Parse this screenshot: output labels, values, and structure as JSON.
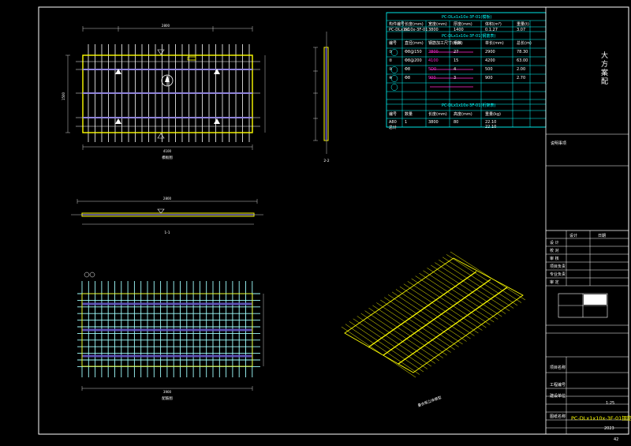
{
  "title_block": {
    "vertical_label": "大 方案 配",
    "drawing_title": "PC-DLx1x10x-3F-01钢筋图",
    "scale": "1:25",
    "sheet": "2023",
    "page_no": "42",
    "notes_label": "说明事项",
    "sign_header_a": "设计",
    "sign_header_b": "日期",
    "row_labels": [
      "设 计",
      "校 对",
      "审 核",
      "项目负责",
      "专业负责",
      "审 定",
      "项目名称",
      "工程编号",
      "建设单位",
      "图纸名称"
    ]
  },
  "views": {
    "plan_label": "模板图",
    "section_11_label": "1-1",
    "section_22_label": "2-2",
    "rebar_plan_label": "配筋图",
    "iso_label": "叠合板立体模型"
  },
  "dims": {
    "plan_top_total": "2800",
    "plan_bottom_total": "4100",
    "plan_left": "1500",
    "section_total": "2800",
    "rebar_bottom": "3900"
  },
  "table": {
    "header_title": "PC-DLx1x10x-3F-01(模板)",
    "header_cols": [
      "构件编号",
      "长度(mm)",
      "宽度(mm)",
      "厚度(mm)",
      "体积(m³)",
      "重量(t)"
    ],
    "header_row": [
      "PC-DLx1x10x-3F-01",
      "60",
      "3800",
      "1400",
      "0.1.27",
      "3.07"
    ],
    "rebar_title": "PC-DLx1x10x-3F-01(钢筋表)",
    "rebar_cols": [
      "编号",
      "直径(mm)",
      "钢筋加工尺寸(mm)",
      "根数",
      "单长(mm)",
      "总长(m)"
    ],
    "rebar_rows": [
      [
        "①",
        "Φ8@150",
        "2800",
        "27",
        "2900",
        "78.30"
      ],
      [
        "②",
        "Φ8@200",
        "4100",
        "15",
        "4200",
        "63.00"
      ],
      [
        "③",
        "Φ8",
        "5D0",
        "4",
        "500",
        "2.00"
      ],
      [
        "④",
        "Φ8",
        "900",
        "3",
        "900",
        "2.70"
      ]
    ],
    "foot_title": "PC-DLx1x10x-3F-01(桁架表)",
    "foot_cols": [
      "编号",
      "数量",
      "长度(mm)",
      "高度(mm)",
      "重量(kg)"
    ],
    "foot_rows": [
      [
        "A80",
        "1",
        "3800",
        "80",
        "22.10"
      ],
      [
        "总计",
        "",
        "",
        "",
        "22.10"
      ]
    ]
  }
}
